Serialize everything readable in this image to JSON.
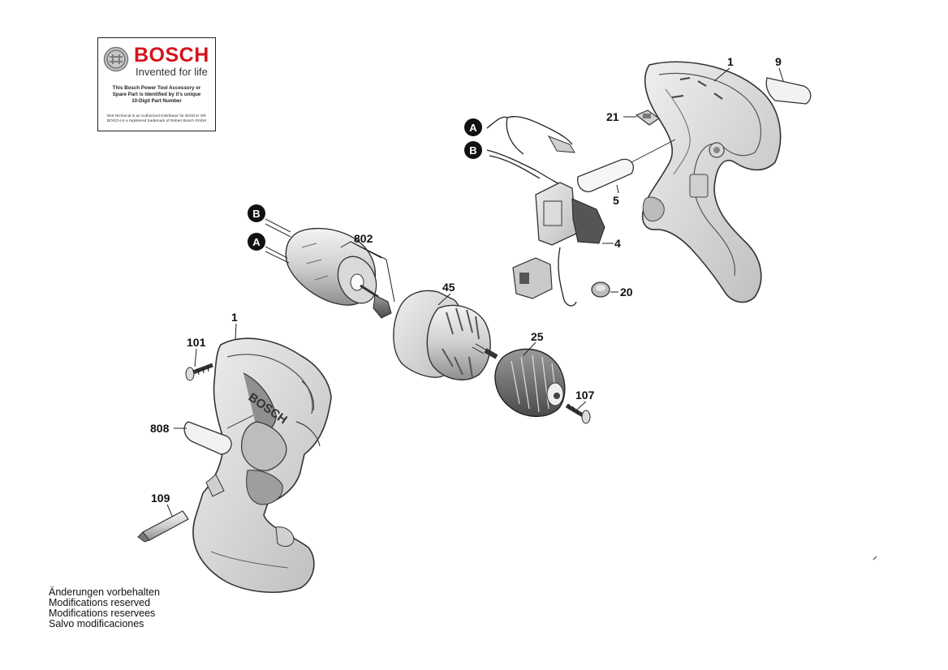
{
  "logo": {
    "brand": "BOSCH",
    "tagline": "Invented for life",
    "note_lines": [
      "This Bosch Power Tool Accessory or",
      "Spare Part is Identified by it's unique",
      "10-Digit Part Number"
    ],
    "distributor_lines": [
      "BNI Technical is an Authorized Distributor for BOSCH OR",
      "BOSCH is a registered trademark of Robert Bosch GmbH"
    ],
    "brand_color": "#d6131b"
  },
  "parts": {
    "p1_top": "1",
    "p9": "9",
    "p21": "21",
    "p5": "5",
    "p4": "4",
    "p20": "20",
    "p802": "802",
    "p45": "45",
    "p25": "25",
    "p107": "107",
    "p1_bottom": "1",
    "p101": "101",
    "p808": "808",
    "p109": "109"
  },
  "connectors": {
    "a": "A",
    "b": "B"
  },
  "housing_brand": "BOSCH",
  "footnote": [
    "Änderungen vorbehalten",
    "Modifications reserved",
    "Modifications reservees",
    "Salvo modificaciones"
  ]
}
